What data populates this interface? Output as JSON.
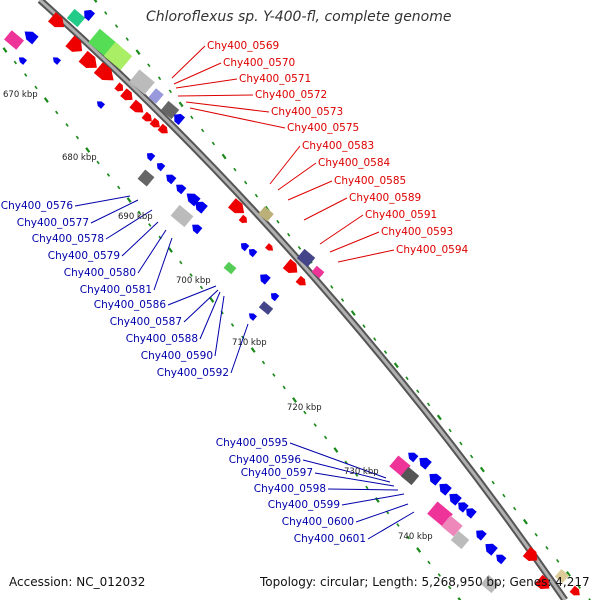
{
  "title": "Chloroflexus sp. Y-400-fl, complete genome",
  "footer": {
    "accession": "Accession: NC_012032",
    "topology": "Topology: circular; Length: 5,268,950 bp; Genes: 4,217"
  },
  "colors": {
    "backbone": "#8a8a8a",
    "ruler_tick": "#1a8a1a",
    "label_red": "#dd0000",
    "label_blue": "#0000aa",
    "forward_gene": "#ee0000",
    "reverse_gene": "#0000ee"
  },
  "ruler_labels": [
    "670 kbp",
    "680 kbp",
    "690 kbp",
    "700 kbp",
    "710 kbp",
    "720 kbp",
    "730 kbp",
    "740 kbp"
  ],
  "forward_gene_labels": [
    "Chy400_0569",
    "Chy400_0570",
    "Chy400_0571",
    "Chy400_0572",
    "Chy400_0573",
    "Chy400_0575",
    "Chy400_0583",
    "Chy400_0584",
    "Chy400_0585",
    "Chy400_0589",
    "Chy400_0591",
    "Chy400_0593",
    "Chy400_0594"
  ],
  "reverse_gene_labels_upper": [
    "Chy400_0576",
    "Chy400_0577",
    "Chy400_0578",
    "Chy400_0579",
    "Chy400_0580",
    "Chy400_0581",
    "Chy400_0586",
    "Chy400_0587",
    "Chy400_0588",
    "Chy400_0590",
    "Chy400_0592"
  ],
  "reverse_gene_labels_lower": [
    "Chy400_0595",
    "Chy400_0596",
    "Chy400_0597",
    "Chy400_0598",
    "Chy400_0599",
    "Chy400_0600",
    "Chy400_0601"
  ]
}
